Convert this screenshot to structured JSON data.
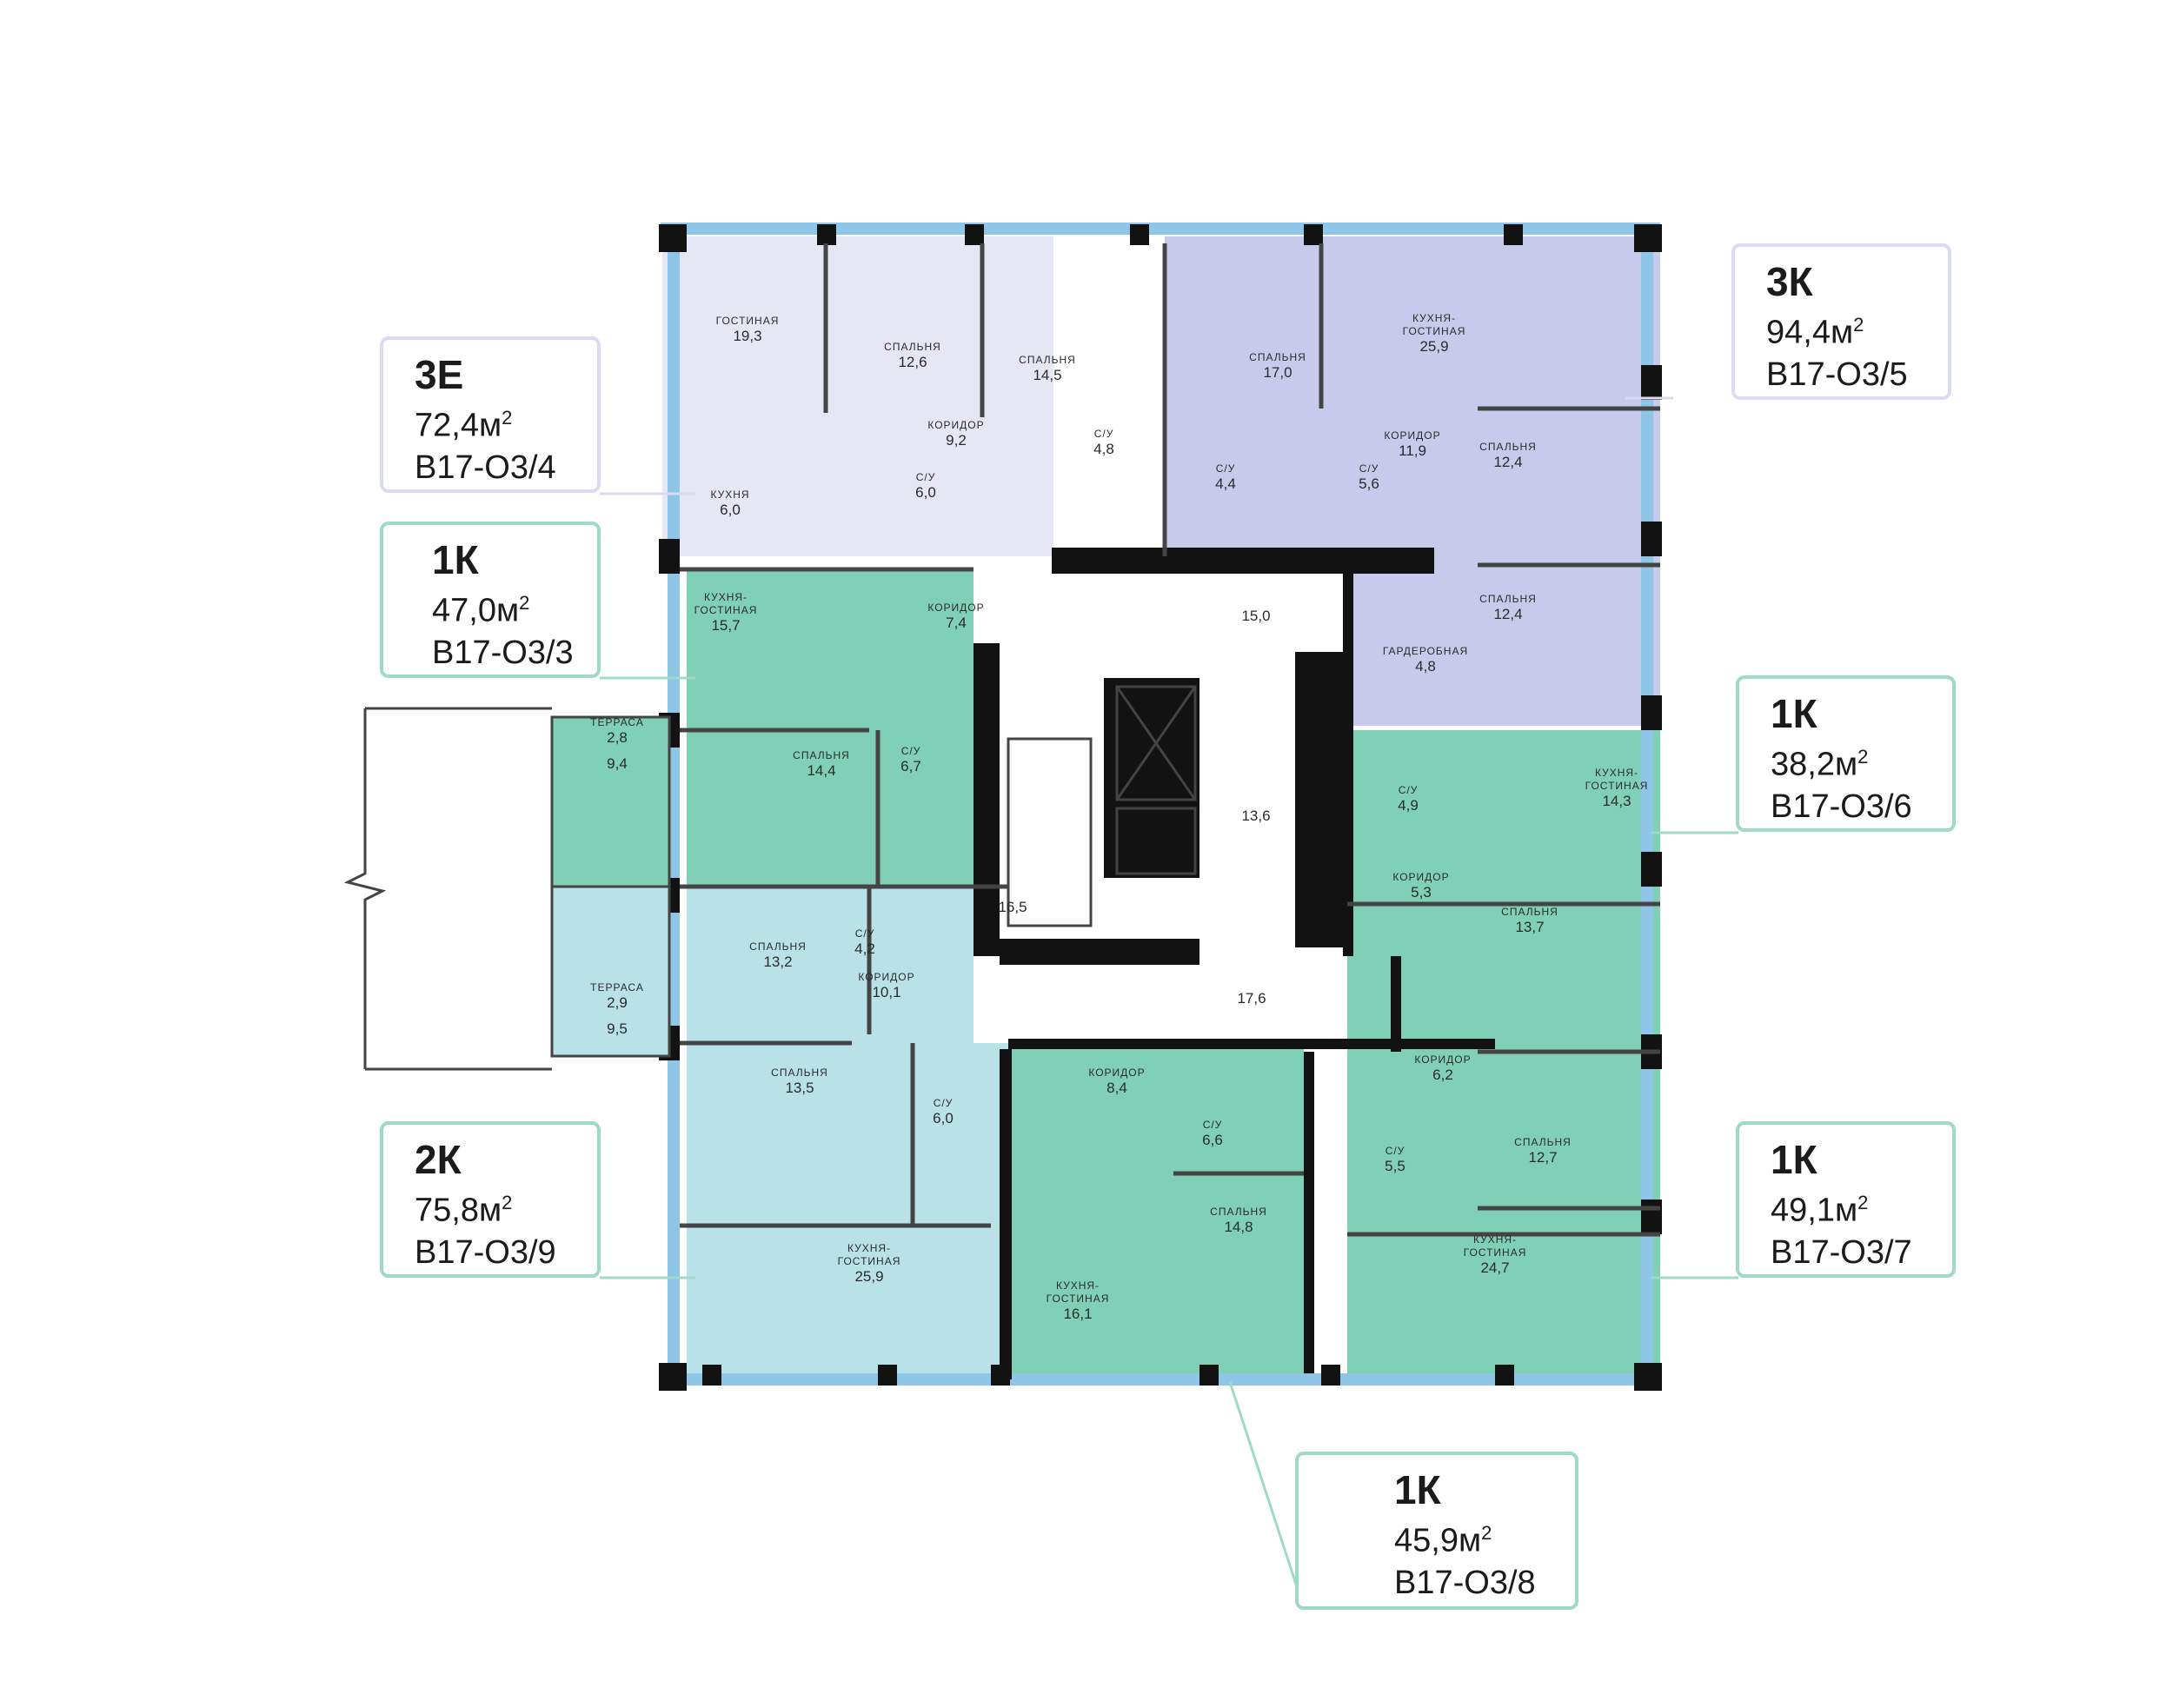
{
  "colors": {
    "violet": "#e6e7f5",
    "violet_mid": "#c8caec",
    "green": "#7fd0b6",
    "green_light": "#bde8dc",
    "teal_light": "#b9e2e8",
    "wall": "#121212",
    "window": "#8fc6e8"
  },
  "apartments": [
    {
      "id": "a34",
      "code": "3Е",
      "area": "72,4м",
      "lot": "В17-О3/4",
      "tone": "violet"
    },
    {
      "id": "a35",
      "code": "3К",
      "area": "94,4м",
      "lot": "В17-О3/5",
      "tone": "violet"
    },
    {
      "id": "a33",
      "code": "1К",
      "area": "47,0м",
      "lot": "В17-О3/3",
      "tone": "green"
    },
    {
      "id": "a36",
      "code": "1К",
      "area": "38,2м",
      "lot": "В17-О3/6",
      "tone": "green"
    },
    {
      "id": "a39",
      "code": "2К",
      "area": "75,8м",
      "lot": "В17-О3/9",
      "tone": "green"
    },
    {
      "id": "a37",
      "code": "1К",
      "area": "49,1м",
      "lot": "В17-О3/7",
      "tone": "green"
    },
    {
      "id": "a38",
      "code": "1К",
      "area": "45,9м",
      "lot": "В17-О3/8",
      "tone": "green"
    }
  ],
  "area_sup": "2",
  "rooms": [
    {
      "label": "ГОСТИНАЯ",
      "area": "19,3"
    },
    {
      "label": "СПАЛЬНЯ",
      "area": "12,6"
    },
    {
      "label": "СПАЛЬНЯ",
      "area": "14,5"
    },
    {
      "label": "СПАЛЬНЯ",
      "area": "17,0"
    },
    {
      "label": "КУХНЯ-ГОСТИНАЯ",
      "area": "25,9"
    },
    {
      "label": "КОРИДОР",
      "area": "9,2"
    },
    {
      "label": "С/У",
      "area": "4,8"
    },
    {
      "label": "КУХНЯ",
      "area": "6,0"
    },
    {
      "label": "С/У",
      "area": "6,0"
    },
    {
      "label": "С/У",
      "area": "4,4"
    },
    {
      "label": "С/У",
      "area": "5,6"
    },
    {
      "label": "КОРИДОР",
      "area": "11,9"
    },
    {
      "label": "СПАЛЬНЯ",
      "area": "12,4"
    },
    {
      "label": "СПАЛЬНЯ",
      "area": "12,4"
    },
    {
      "label": "ГАРДЕРОБНАЯ",
      "area": "4,8"
    },
    {
      "label": "КУХНЯ-ГОСТИНАЯ",
      "area": "15,7"
    },
    {
      "label": "КОРИДОР",
      "area": "7,4"
    },
    {
      "label": "ТЕРРАСА",
      "area": "2,8"
    },
    {
      "label": "",
      "area": "9,4"
    },
    {
      "label": "СПАЛЬНЯ",
      "area": "14,4"
    },
    {
      "label": "С/У",
      "area": "6,7"
    },
    {
      "label": "",
      "area": "15,0"
    },
    {
      "label": "",
      "area": "13,6"
    },
    {
      "label": "",
      "area": "16,5"
    },
    {
      "label": "",
      "area": "17,6"
    },
    {
      "label": "С/У",
      "area": "4,9"
    },
    {
      "label": "КУХНЯ-ГОСТИНАЯ",
      "area": "14,3"
    },
    {
      "label": "КОРИДОР",
      "area": "5,3"
    },
    {
      "label": "СПАЛЬНЯ",
      "area": "13,7"
    },
    {
      "label": "СПАЛЬНЯ",
      "area": "13,2"
    },
    {
      "label": "С/У",
      "area": "4,2"
    },
    {
      "label": "КОРИДОР",
      "area": "10,1"
    },
    {
      "label": "ТЕРРАСА",
      "area": "2,9"
    },
    {
      "label": "",
      "area": "9,5"
    },
    {
      "label": "СПАЛЬНЯ",
      "area": "13,5"
    },
    {
      "label": "С/У",
      "area": "6,0"
    },
    {
      "label": "КОРИДОР",
      "area": "8,4"
    },
    {
      "label": "С/У",
      "area": "6,6"
    },
    {
      "label": "КОРИДОР",
      "area": "6,2"
    },
    {
      "label": "С/У",
      "area": "5,5"
    },
    {
      "label": "СПАЛЬНЯ",
      "area": "12,7"
    },
    {
      "label": "КУХНЯ-ГОСТИНАЯ",
      "area": "25,9"
    },
    {
      "label": "КУХНЯ-ГОСТИНАЯ",
      "area": "16,1"
    },
    {
      "label": "СПАЛЬНЯ",
      "area": "14,8"
    },
    {
      "label": "КУХНЯ-ГОСТИНАЯ",
      "area": "24,7"
    }
  ]
}
